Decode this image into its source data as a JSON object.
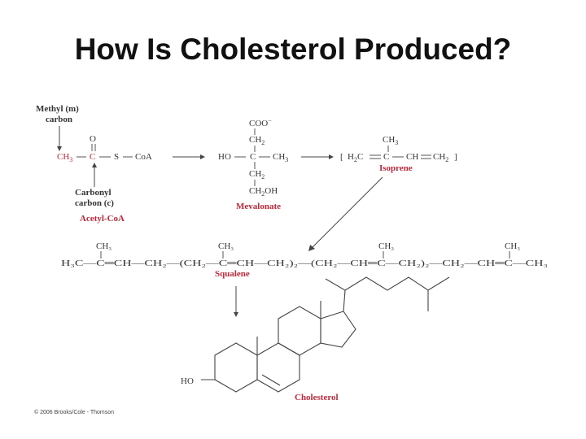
{
  "title": "How Is Cholesterol Produced?",
  "acetyl": {
    "methyl_label_1": "Methyl (m)",
    "methyl_label_2": "carbon",
    "o_atom": "O",
    "ch3": "CH",
    "ch3_sub": "3",
    "c": "C",
    "s": "S",
    "coa": "CoA",
    "carbonyl_label_1": "Carbonyl",
    "carbonyl_label_2": "carbon (c)",
    "name": "Acetyl-CoA"
  },
  "mevalonate": {
    "coo": "COO",
    "coo_charge": "−",
    "ch2_top": "CH",
    "sub2": "2",
    "ho": "HO",
    "c": "C",
    "ch3": "CH",
    "sub3": "3",
    "ch2_bottom": "CH",
    "ch2oh": "CH",
    "oh": "OH",
    "name": "Mevalonate"
  },
  "isoprene": {
    "ch3_top": "CH",
    "sub3": "3",
    "left_bracket": "[",
    "h2c": "H",
    "h2c_sub": "2",
    "h2c_c": "C",
    "c": "C",
    "ch": "CH",
    "ch2": "CH",
    "ch2_sub": "2",
    "right_bracket": "]",
    "name": "Isoprene"
  },
  "squalene": {
    "formula": "H₃C—C═CH—CH₂—(CH₂—C═CH—CH₂)₂—(CH₂—CH═C—CH₂)₂—CH₂—CH═C—CH₃",
    "methyl_label": "CH₃",
    "name": "Squalene"
  },
  "cholesterol": {
    "ho": "HO",
    "name": "Cholesterol"
  },
  "copyright": "© 2006 Brooks/Cole - Thomson"
}
